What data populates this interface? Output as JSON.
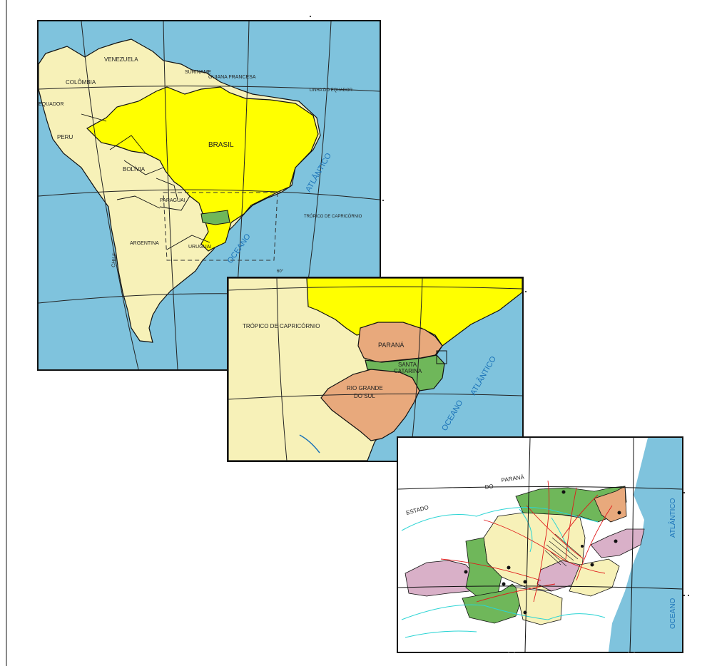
{
  "maps": {
    "south_america": {
      "countries": {
        "venezuela": "VENEZUELA",
        "colombia": "COLÔMBIA",
        "equador": "EQUADOR",
        "peru": "PERU",
        "bolivia": "BOLÍVIA",
        "paraguai": "PARAGUAI",
        "argentina": "ARGENTINA",
        "uruguai": "URUGUAI",
        "chile": "CHILE",
        "brasil": "BRASIL",
        "suriname": "SURINAME",
        "guiana_francesa": "GUIANA FRANCESA"
      },
      "lines": {
        "equator": "LINHA DO EQUADOR",
        "tropic": "TRÓPICO DE CAPRICÓRNIO",
        "meridian": "60°"
      },
      "ocean": [
        "OCEANO",
        "ATLÂNTICO"
      ]
    },
    "south_brazil": {
      "states": {
        "parana": "PARANÁ",
        "santa_catarina_1": "SANTA",
        "santa_catarina_2": "CATARINA",
        "rio_grande_1": "RIO GRANDE",
        "rio_grande_2": "DO SUL"
      },
      "tropic": "TRÓPICO DE CAPRICÓRNIO",
      "ocean": [
        "OCEANO",
        "ATLÂNTICO"
      ]
    },
    "detail": {
      "state_label": [
        "ESTADO",
        "DO",
        "PARANÁ"
      ],
      "ocean": [
        "OCEANO",
        "ATLÂNTICO"
      ]
    }
  },
  "colors": {
    "ocean": "#7fc3dd",
    "land": "#f7f1b8",
    "brasil": "#ffff00",
    "parana": "#e8a97c",
    "santa_catarina": "#6fb75a",
    "rio_grande_do_sul": "#e8a97c",
    "border": "#111111"
  }
}
